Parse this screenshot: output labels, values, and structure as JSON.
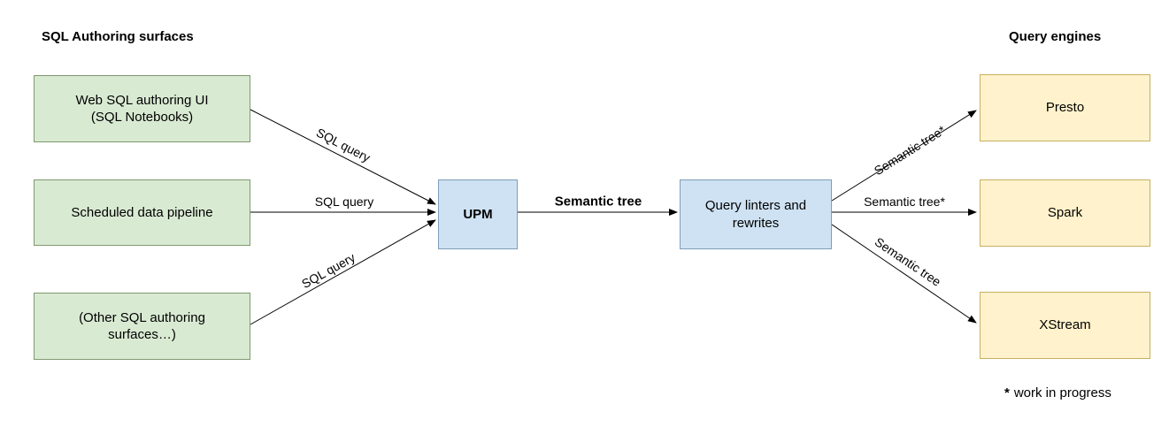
{
  "titles": {
    "left": "SQL Authoring surfaces",
    "right": "Query engines"
  },
  "nodes": {
    "sources": [
      {
        "label": "Web SQL authoring UI\n(SQL Notebooks)"
      },
      {
        "label": "Scheduled data pipeline"
      },
      {
        "label": "(Other SQL authoring\nsurfaces…)"
      }
    ],
    "upm": {
      "label": "UPM"
    },
    "linters": {
      "label": "Query linters and\nrewrites"
    },
    "engines": [
      {
        "label": "Presto"
      },
      {
        "label": "Spark"
      },
      {
        "label": "XStream"
      }
    ]
  },
  "edges": {
    "sql_query_top": "SQL query",
    "sql_query_mid": "SQL query",
    "sql_query_bottom": "SQL query",
    "semantic_tree_main": "Semantic tree",
    "semantic_tree_presto": "Semantic tree*",
    "semantic_tree_spark": "Semantic tree*",
    "semantic_tree_xstream": "Semantic tree"
  },
  "footnote": {
    "marker": "*",
    "text": "work in progress"
  },
  "colors": {
    "source_fill": "#d9ead3",
    "source_border": "#7f9870",
    "process_fill": "#cfe2f3",
    "process_border": "#7f9db9",
    "engine_fill": "#fff2cc",
    "engine_border": "#c8b05f",
    "arrow": "#000000",
    "background": "#ffffff"
  }
}
